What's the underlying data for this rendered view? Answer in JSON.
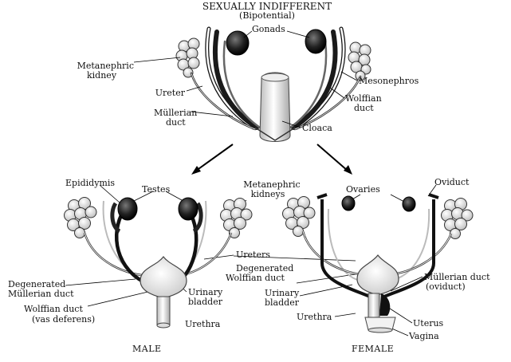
{
  "title": "SEXUALLY INDIFFERENT",
  "subtitle": "(Bipotential)",
  "top_labels": {
    "gonads": "Gonads",
    "metanephric_1": "Metanephric",
    "metanephric_2": "kidney",
    "mesonephros": "Mesonephros",
    "ureter": "Ureter",
    "wolffian_1": "Wolffian",
    "wolffian_2": "duct",
    "mullerian_1": "Müllerian",
    "mullerian_2": "duct",
    "cloaca": "Cloaca"
  },
  "male_labels": {
    "epididymis": "Epididymis",
    "testes": "Testes",
    "degenerated_1": "Degenerated",
    "degenerated_2": "Müllerian duct",
    "wolffian_1": "Wolffian duct",
    "wolffian_2": "(vas deferens)",
    "urinary_1": "Urinary",
    "urinary_2": "bladder",
    "urethra": "Urethra",
    "caption": "MALE"
  },
  "shared_labels": {
    "metanephric_1": "Metanephric",
    "metanephric_2": "kidneys",
    "ureters": "Ureters"
  },
  "female_labels": {
    "ovaries": "Ovaries",
    "oviduct": "Oviduct",
    "degenerated_1": "Degenerated",
    "degenerated_2": "Wolffian duct",
    "urinary_1": "Urinary",
    "urinary_2": "bladder",
    "mullerian_1": "Müllerian duct",
    "mullerian_2": "(oviduct)",
    "urethra": "Urethra",
    "uterus": "Uterus",
    "vagina": "Vagina",
    "caption": "FEMALE"
  }
}
